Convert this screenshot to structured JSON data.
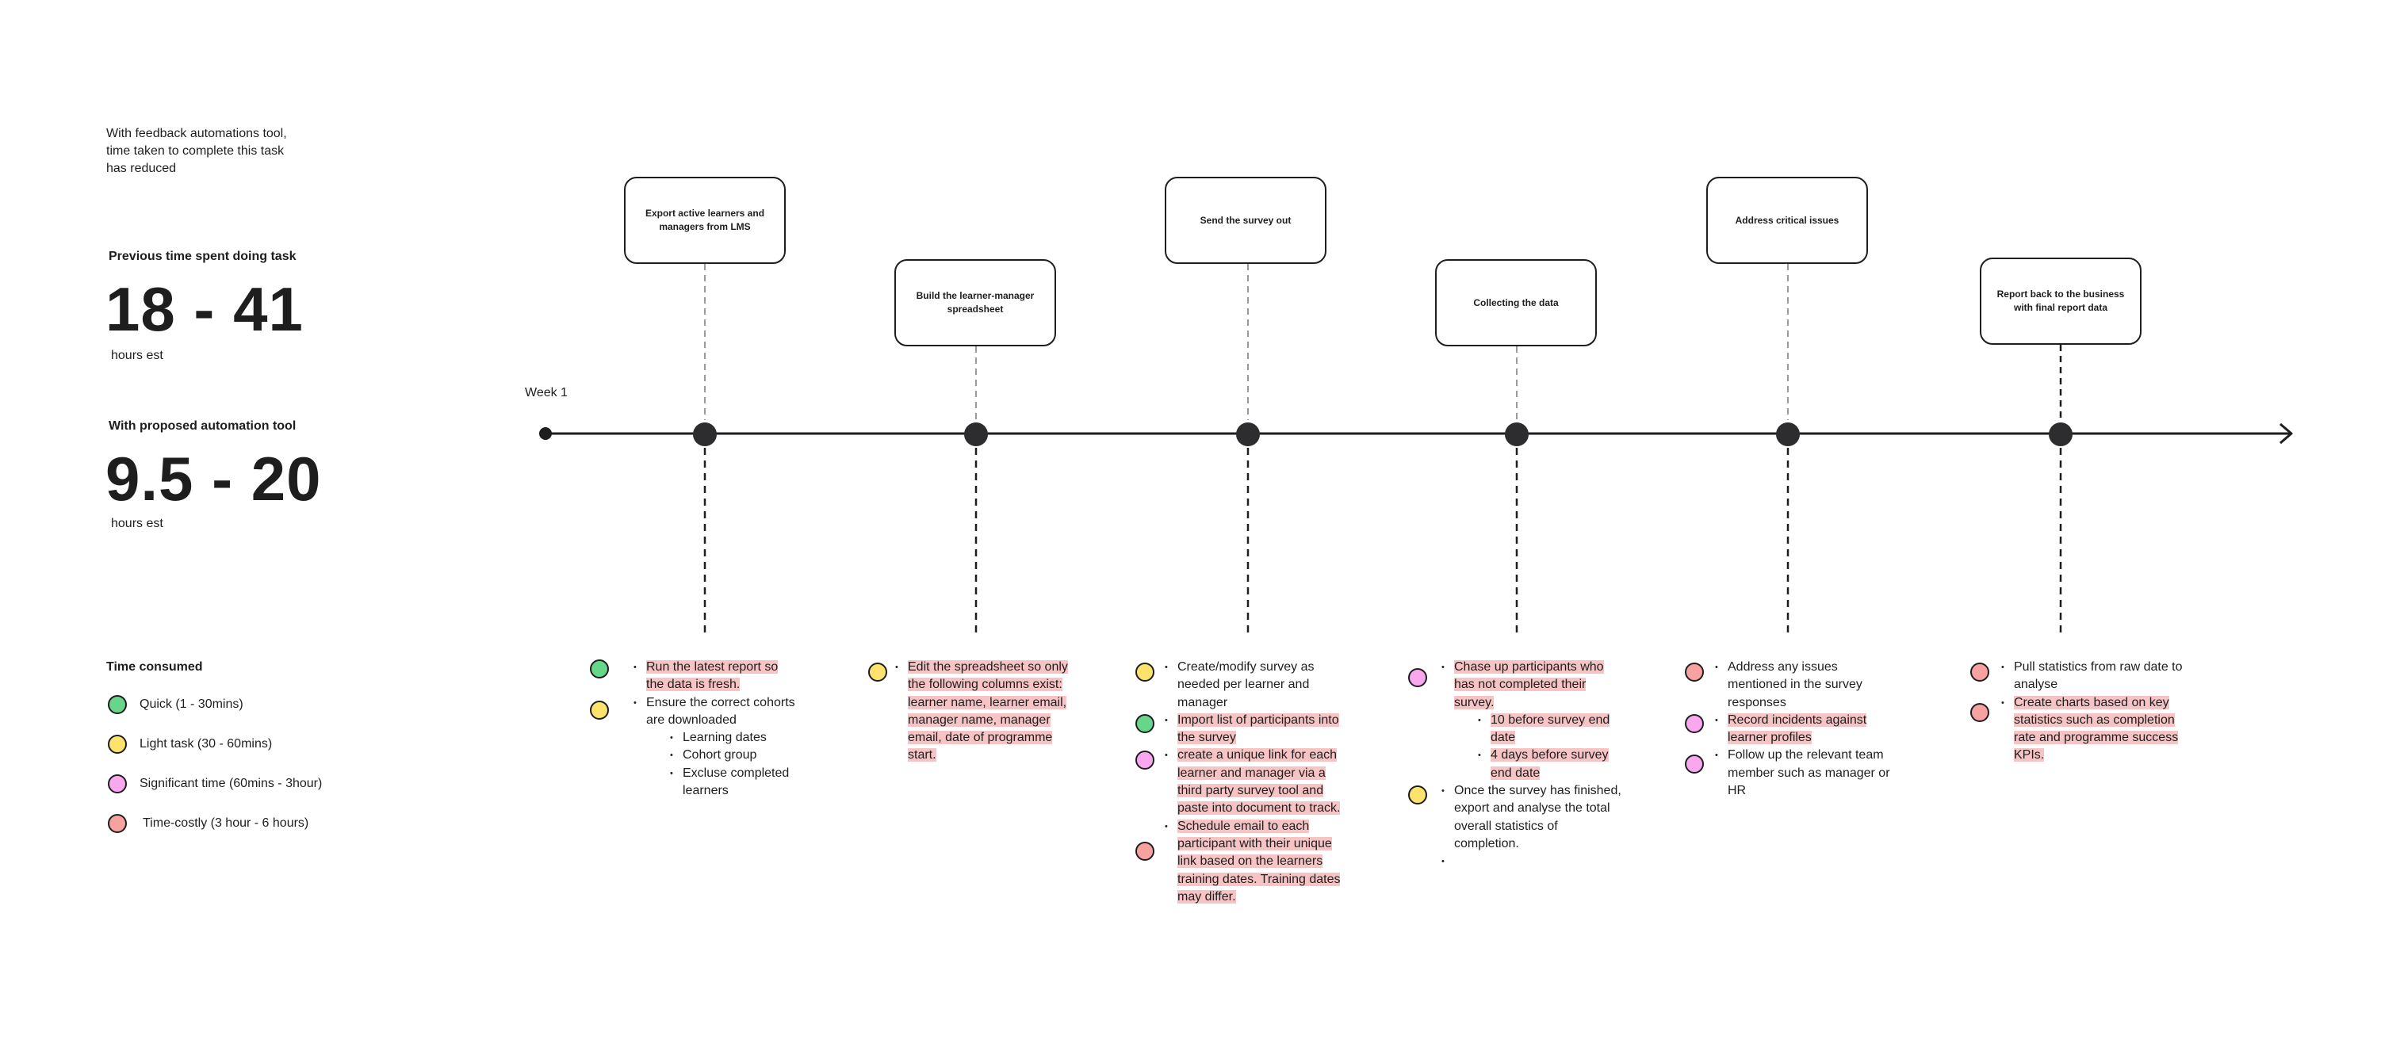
{
  "intro": [
    "With feedback automations tool,",
    "time taken to complete this task",
    "has reduced"
  ],
  "previous": {
    "label": "Previous time spent doing task",
    "value": "18 - 41",
    "unit": "hours est"
  },
  "proposed": {
    "label": "With proposed automation tool",
    "value": "9.5 - 20",
    "unit": "hours est"
  },
  "legend": {
    "title": "Time consumed",
    "items": [
      {
        "label": "Quick (1 - 30mins)",
        "color": "#67d68a"
      },
      {
        "label": "Light task (30 - 60mins)",
        "color": "#fde36e"
      },
      {
        "label": "Significant time (60mins -  3hour)",
        "color": "#f9a8f0"
      },
      {
        "label": "Time-costly (3 hour - 6 hours)",
        "color": "#f7a1a1"
      }
    ]
  },
  "colors": {
    "quick": "#67d68a",
    "light": "#fde36e",
    "significant": "#f9a8f0",
    "costly": "#f7a1a1",
    "highlight": "#f6c4c4"
  },
  "timeline": {
    "week_label": "Week 1"
  },
  "steps": [
    {
      "title": "Export active learners and managers from LMS"
    },
    {
      "title": "Build the learner-manager spreadsheet"
    },
    {
      "title": "Send the survey out"
    },
    {
      "title": "Collecting the data"
    },
    {
      "title": "Address critical issues"
    },
    {
      "title": "Report back to the business with final report data"
    }
  ],
  "details": [
    {
      "items": [
        {
          "text": "Run the latest report so the data is fresh.",
          "dot": "quick",
          "highlight": true
        },
        {
          "text": "Ensure the correct cohorts are downloaded",
          "dot": "light",
          "highlight": false
        },
        {
          "text": "Learning dates",
          "sub": true
        },
        {
          "text": "Cohort group",
          "sub": true
        },
        {
          "text": "Excluse completed learners",
          "sub": true
        }
      ]
    },
    {
      "items": [
        {
          "text": "Edit the spreadsheet so only the following columns exist: learner name, learner email, manager name, manager email, date of programme start.",
          "dot": "light",
          "highlight": true
        }
      ]
    },
    {
      "items": [
        {
          "text": "Create/modify survey as needed per learner and manager",
          "dot": "light",
          "highlight": false
        },
        {
          "text": "Import list of participants into the survey",
          "dot": "quick",
          "highlight": true
        },
        {
          "text": "create a unique link for each learner and manager via a third party survey tool and paste into document to track.",
          "dot": "significant",
          "highlight": true
        },
        {
          "text": "Schedule email to each participant with their unique link based on the learners training dates. Training dates may differ.",
          "dot": "costly",
          "highlight": true
        }
      ]
    },
    {
      "items": [
        {
          "text": "Chase up participants who has not completed their survey.",
          "dot": "significant",
          "highlight": true
        },
        {
          "text": "10 before survey end date",
          "sub": true,
          "highlight": true
        },
        {
          "text": "4 days before survey end date",
          "sub": true,
          "highlight": true
        },
        {
          "text": "Once the survey has finished, export and analyse the total overall statistics of completion.",
          "dot": "light",
          "highlight": false
        },
        {
          "text": "",
          "highlight": false
        }
      ]
    },
    {
      "items": [
        {
          "text": "Address any issues mentioned in the survey responses",
          "dot": "costly",
          "highlight": false
        },
        {
          "text": "Record incidents against learner profiles",
          "dot": "significant",
          "highlight": true
        },
        {
          "text": "Follow up the relevant team member such as manager or HR",
          "dot": "significant",
          "highlight": false
        }
      ]
    },
    {
      "items": [
        {
          "text": "Pull statistics from raw date to analyse",
          "dot": "costly",
          "highlight": false
        },
        {
          "text": "Create charts based on key statistics such as completion rate and programme success KPIs.",
          "dot": "costly",
          "highlight": true
        }
      ]
    }
  ]
}
